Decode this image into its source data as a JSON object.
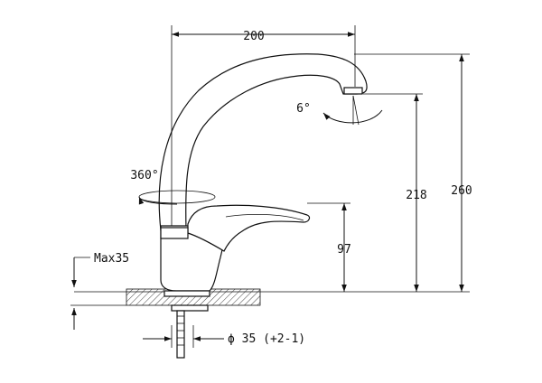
{
  "diagram": {
    "dimensions": {
      "spout_reach": "200",
      "total_height": "260",
      "spout_height": "218",
      "lever_height": "97",
      "spout_tilt": "6°",
      "rotation": "360°",
      "max_mount": "Max35",
      "hole_diameter": "ϕ 35 (+2-1)"
    }
  }
}
